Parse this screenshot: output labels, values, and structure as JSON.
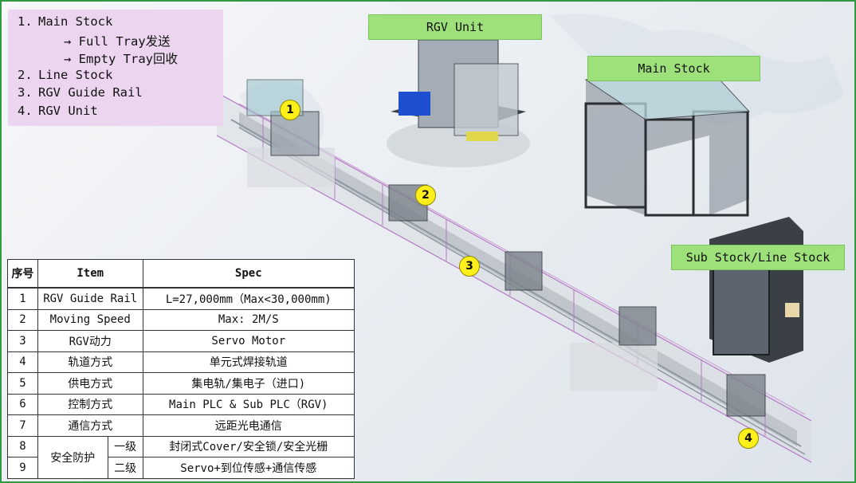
{
  "legend": {
    "items": [
      {
        "num": "1.",
        "text": "Main Stock"
      },
      {
        "num": "",
        "text": "→ Full Tray发送"
      },
      {
        "num": "",
        "text": "→ Empty Tray回收"
      },
      {
        "num": "2.",
        "text": "Line Stock"
      },
      {
        "num": "3.",
        "text": "RGV Guide Rail"
      },
      {
        "num": "4.",
        "text": "RGV Unit"
      }
    ]
  },
  "labels": {
    "rgv_unit": "RGV Unit",
    "main_stock": "Main Stock",
    "sub_stock": "Sub Stock/Line Stock"
  },
  "markers": [
    "1",
    "2",
    "3",
    "4"
  ],
  "table": {
    "headers": {
      "no": "序号",
      "item": "Item",
      "spec": "Spec"
    },
    "rows": [
      {
        "no": "1",
        "item": "RGV Guide Rail",
        "spec": "L=27,000mm（Max<30,000mm)"
      },
      {
        "no": "2",
        "item": "Moving Speed",
        "spec": "Max: 2M/S"
      },
      {
        "no": "3",
        "item": "RGV动力",
        "spec": "Servo Motor"
      },
      {
        "no": "4",
        "item": "轨道方式",
        "spec": "单元式焊接轨道"
      },
      {
        "no": "5",
        "item": "供电方式",
        "spec": "集电轨/集电子（进口)"
      },
      {
        "no": "6",
        "item": "控制方式",
        "spec": "Main PLC & Sub PLC（RGV)"
      },
      {
        "no": "7",
        "item": "通信方式",
        "spec": "远距光电通信"
      }
    ],
    "safety": {
      "label": "安全防护",
      "rows": [
        {
          "no": "8",
          "level": "一级",
          "spec": "封闭式Cover/安全锁/安全光栅"
        },
        {
          "no": "9",
          "level": "二级",
          "spec": "Servo+到位传感+通信传感"
        }
      ]
    }
  }
}
